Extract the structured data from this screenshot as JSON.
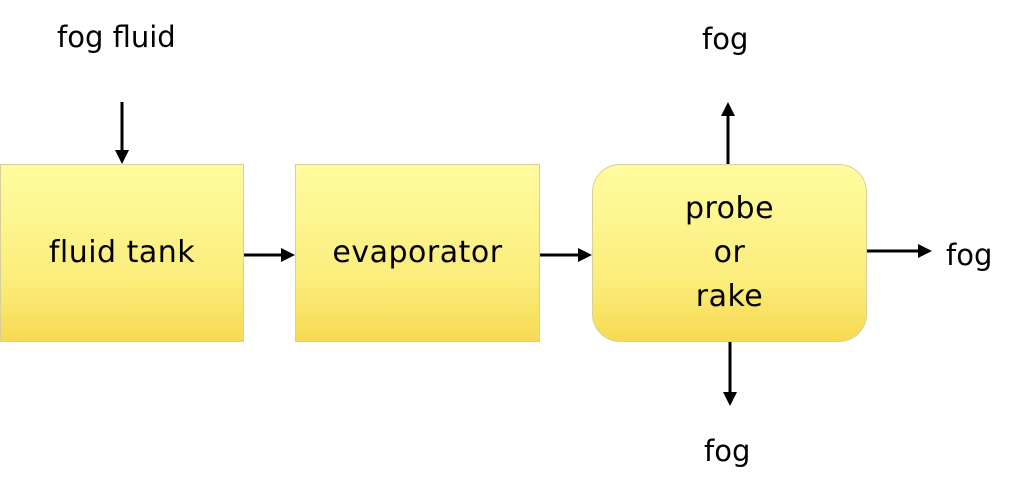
{
  "labels": {
    "input": "fog fluid",
    "output_top": "fog",
    "output_right": "fog",
    "output_bottom": "fog"
  },
  "boxes": {
    "fluid_tank": "fluid tank",
    "evaporator": "evaporator",
    "probe": [
      "probe",
      "or",
      "rake"
    ]
  },
  "colors": {
    "box_fill_top": "#fffca0",
    "box_fill_bottom": "#f7da52",
    "box_border": "#d6cf9a",
    "arrow": "#000000"
  }
}
